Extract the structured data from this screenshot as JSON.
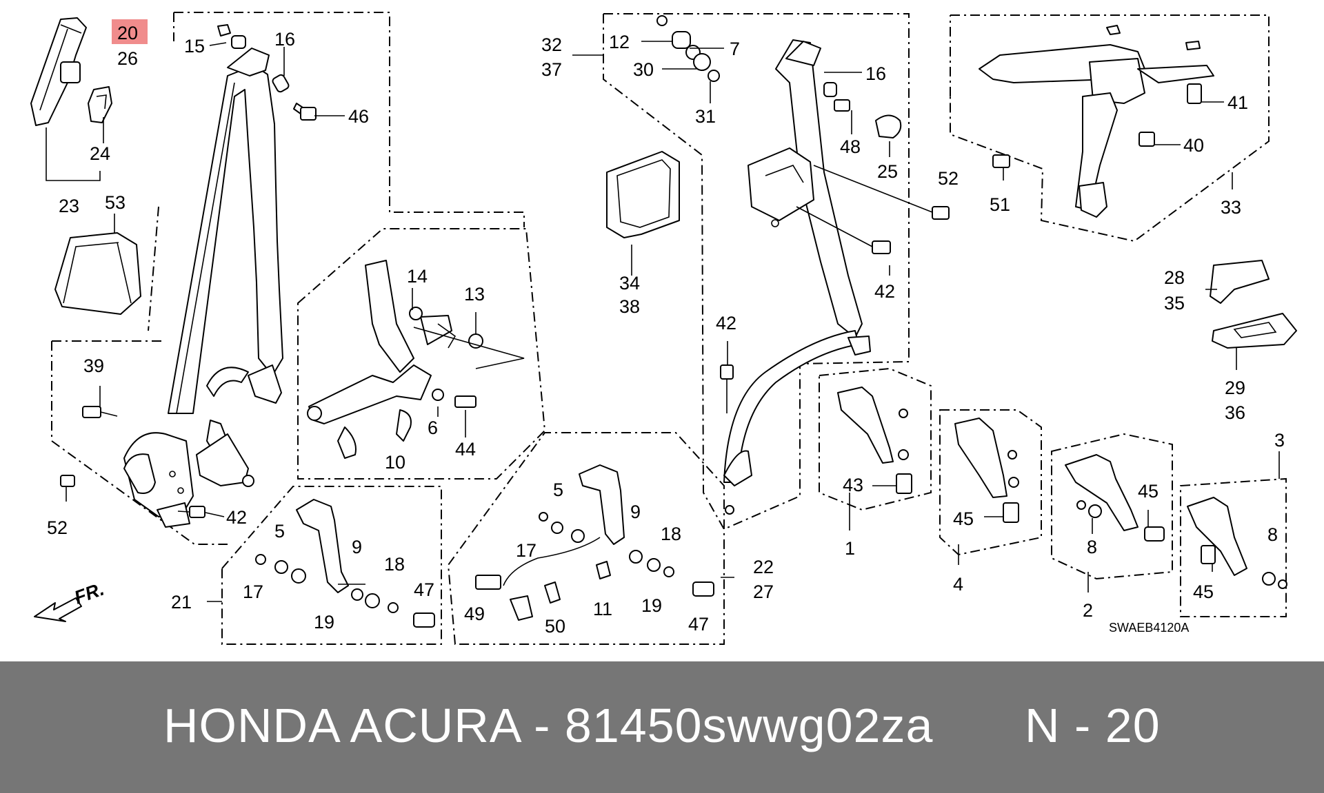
{
  "diagram": {
    "drawing_code": "SWAEB4120A",
    "direction_label": "FR.",
    "highlighted_ref": "20",
    "colors": {
      "highlight": "#f08c8c",
      "footer_bg": "#767676",
      "footer_text": "#ffffff"
    },
    "callouts": [
      {
        "id": "c20",
        "text": "20"
      },
      {
        "id": "c26",
        "text": "26"
      },
      {
        "id": "c15",
        "text": "15"
      },
      {
        "id": "c16a",
        "text": "16"
      },
      {
        "id": "c46",
        "text": "46"
      },
      {
        "id": "c24",
        "text": "24"
      },
      {
        "id": "c23",
        "text": "23"
      },
      {
        "id": "c53",
        "text": "53"
      },
      {
        "id": "c39",
        "text": "39"
      },
      {
        "id": "c52a",
        "text": "52"
      },
      {
        "id": "c42a",
        "text": "42"
      },
      {
        "id": "c14",
        "text": "14"
      },
      {
        "id": "c13",
        "text": "13"
      },
      {
        "id": "c6",
        "text": "6"
      },
      {
        "id": "c44",
        "text": "44"
      },
      {
        "id": "c10",
        "text": "10"
      },
      {
        "id": "c32",
        "text": "32"
      },
      {
        "id": "c37",
        "text": "37"
      },
      {
        "id": "c12",
        "text": "12"
      },
      {
        "id": "c7",
        "text": "7"
      },
      {
        "id": "c30",
        "text": "30"
      },
      {
        "id": "c31",
        "text": "31"
      },
      {
        "id": "c34",
        "text": "34"
      },
      {
        "id": "c38",
        "text": "38"
      },
      {
        "id": "c16b",
        "text": "16"
      },
      {
        "id": "c48",
        "text": "48"
      },
      {
        "id": "c25",
        "text": "25"
      },
      {
        "id": "c52b",
        "text": "52"
      },
      {
        "id": "c42b",
        "text": "42"
      },
      {
        "id": "c42c",
        "text": "42"
      },
      {
        "id": "c51",
        "text": "51"
      },
      {
        "id": "c41",
        "text": "41"
      },
      {
        "id": "c40",
        "text": "40"
      },
      {
        "id": "c33",
        "text": "33"
      },
      {
        "id": "c28",
        "text": "28"
      },
      {
        "id": "c35",
        "text": "35"
      },
      {
        "id": "c29",
        "text": "29"
      },
      {
        "id": "c36",
        "text": "36"
      },
      {
        "id": "c21",
        "text": "21"
      },
      {
        "id": "c5a",
        "text": "5"
      },
      {
        "id": "c17a",
        "text": "17"
      },
      {
        "id": "c9a",
        "text": "9"
      },
      {
        "id": "c18a",
        "text": "18"
      },
      {
        "id": "c47a",
        "text": "47"
      },
      {
        "id": "c19a",
        "text": "19"
      },
      {
        "id": "c5b",
        "text": "5"
      },
      {
        "id": "c17b",
        "text": "17"
      },
      {
        "id": "c9b",
        "text": "9"
      },
      {
        "id": "c18b",
        "text": "18"
      },
      {
        "id": "c22",
        "text": "22"
      },
      {
        "id": "c27",
        "text": "27"
      },
      {
        "id": "c49",
        "text": "49"
      },
      {
        "id": "c50",
        "text": "50"
      },
      {
        "id": "c11",
        "text": "11"
      },
      {
        "id": "c19b",
        "text": "19"
      },
      {
        "id": "c47b",
        "text": "47"
      },
      {
        "id": "c43",
        "text": "43"
      },
      {
        "id": "c1",
        "text": "1"
      },
      {
        "id": "c45a",
        "text": "45"
      },
      {
        "id": "c4",
        "text": "4"
      },
      {
        "id": "c45b",
        "text": "45"
      },
      {
        "id": "c8a",
        "text": "8"
      },
      {
        "id": "c2",
        "text": "2"
      },
      {
        "id": "c3",
        "text": "3"
      },
      {
        "id": "c8b",
        "text": "8"
      },
      {
        "id": "c45c",
        "text": "45"
      }
    ]
  },
  "footer": {
    "title": "HONDA ACURA - 81450swwg02za",
    "page": "N - 20"
  }
}
